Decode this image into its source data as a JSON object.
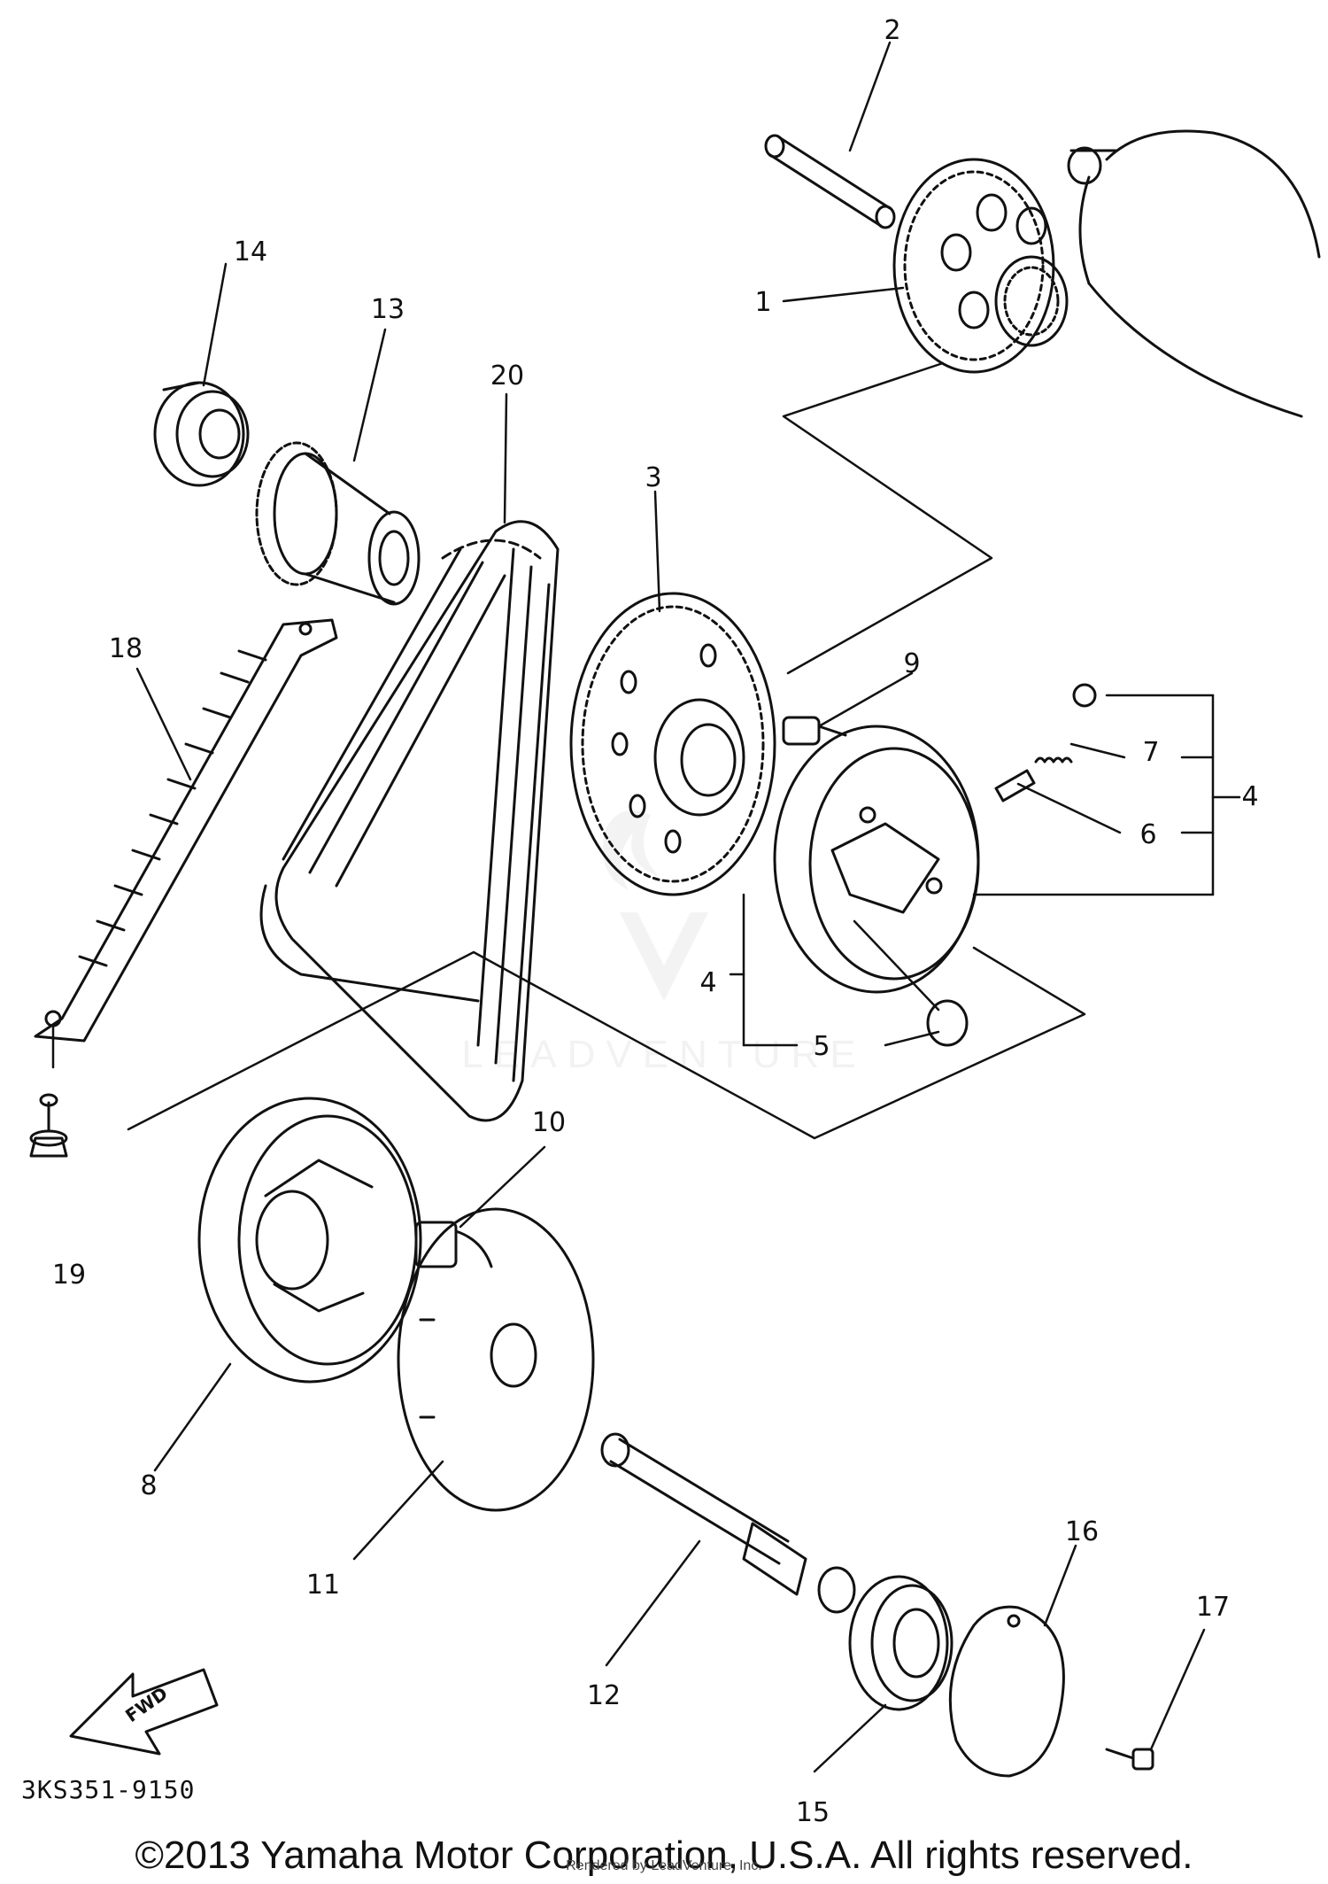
{
  "diagram": {
    "callouts": [
      {
        "id": "1",
        "label": "1"
      },
      {
        "id": "2",
        "label": "2"
      },
      {
        "id": "3",
        "label": "3"
      },
      {
        "id": "4a",
        "label": "4"
      },
      {
        "id": "4b",
        "label": "4"
      },
      {
        "id": "5",
        "label": "5"
      },
      {
        "id": "6",
        "label": "6"
      },
      {
        "id": "7",
        "label": "7"
      },
      {
        "id": "8",
        "label": "8"
      },
      {
        "id": "9",
        "label": "9"
      },
      {
        "id": "10",
        "label": "10"
      },
      {
        "id": "11",
        "label": "11"
      },
      {
        "id": "12",
        "label": "12"
      },
      {
        "id": "13",
        "label": "13"
      },
      {
        "id": "14",
        "label": "14"
      },
      {
        "id": "15",
        "label": "15"
      },
      {
        "id": "16",
        "label": "16"
      },
      {
        "id": "17",
        "label": "17"
      },
      {
        "id": "18",
        "label": "18"
      },
      {
        "id": "19",
        "label": "19"
      },
      {
        "id": "20",
        "label": "20"
      }
    ],
    "fwd_arrow_label": "FWD",
    "part_code": "3KS351-9150",
    "watermark_text": "LEADVENTURE",
    "copyright": "©2013 Yamaha Motor Corporation, U.S.A. All rights reserved.",
    "scan_note": "Rendered by LeadVenture, Inc."
  }
}
